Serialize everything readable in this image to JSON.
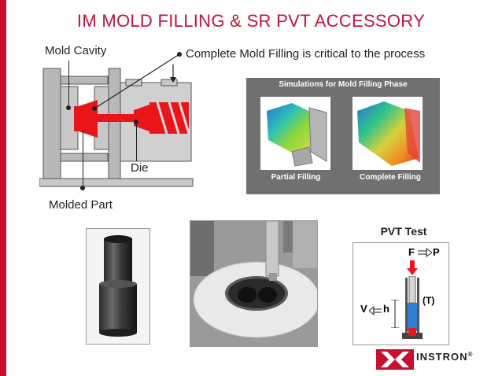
{
  "title": "IM MOLD FILLING & SR PVT ACCESSORY",
  "brand_color": "#c8102e",
  "diagram": {
    "mold_cavity_label": "Mold Cavity",
    "complete_filling_note": "Complete Mold Filling is critical to the process",
    "die_label": "Die",
    "molded_part_label": "Molded Part"
  },
  "simulations": {
    "title": "Simulations for Mold Filling Phase",
    "partial_label": "Partial Filling",
    "complete_label": "Complete Filling"
  },
  "pvt": {
    "title": "PVT Test",
    "force_label": "F",
    "pressure_label": "P",
    "volume_label": "V",
    "height_label": "h",
    "temperature_label": "(T)"
  },
  "logo": {
    "text": "INSTRON",
    "trademark": "®"
  }
}
